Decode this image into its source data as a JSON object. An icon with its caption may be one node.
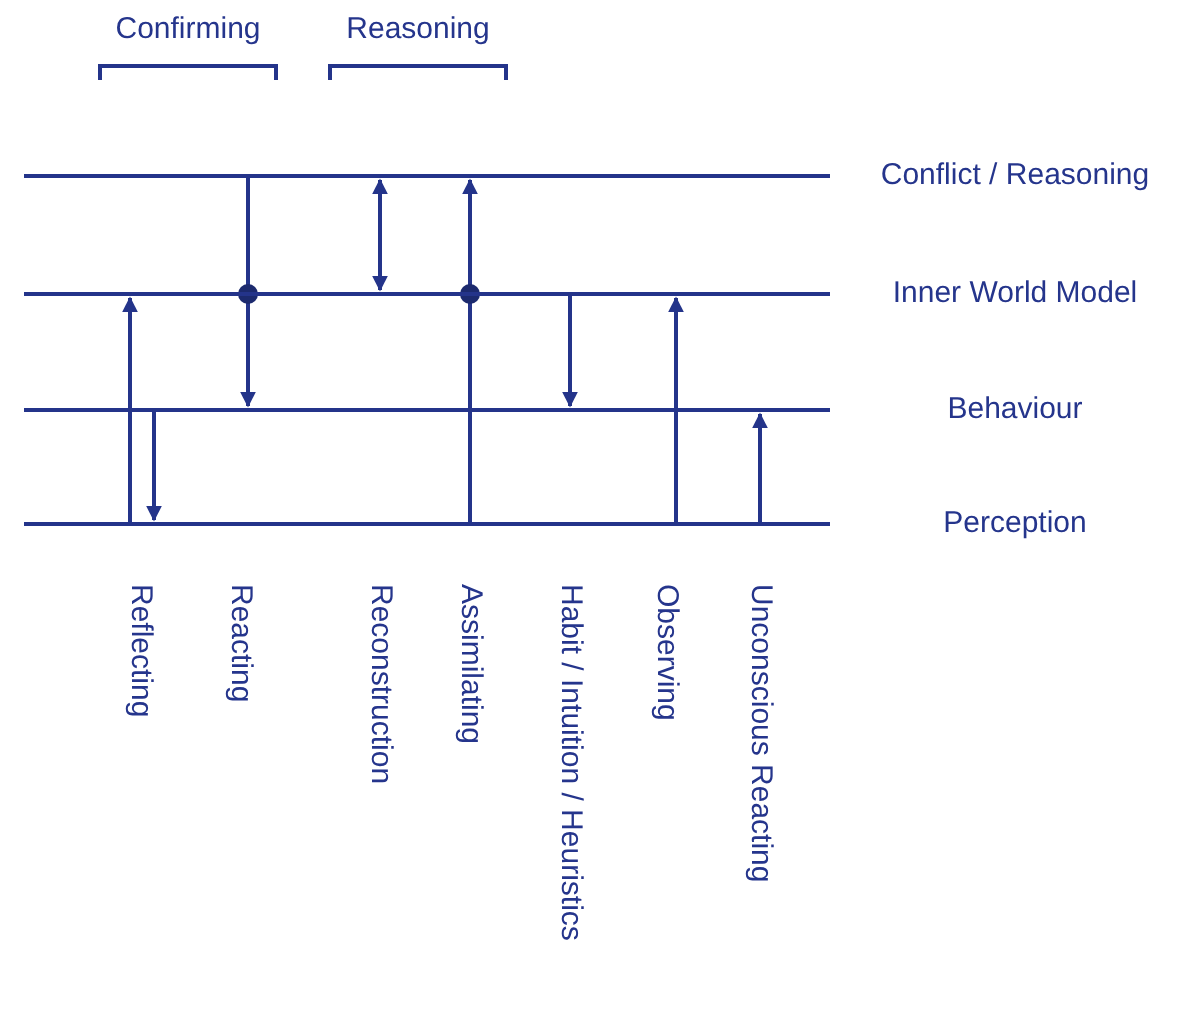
{
  "diagram": {
    "nodes": [
      {
        "text": [
          "Conflict / Reasoning"
        ]
      },
      {
        "text": [
          "Inner World Model"
        ]
      },
      {
        "text": [
          "Behaviour"
        ]
      },
      {
        "text": [
          "Perception"
        ]
      }
    ],
    "edges": [
      {
        "from": 3,
        "to": 1,
        "arrow": "to"
      },
      {
        "from": 2,
        "to": 3,
        "arrow": "to"
      },
      {
        "from": 0,
        "to": 2,
        "arrow": "to"
      },
      {
        "from": 0,
        "to": 1,
        "arrow": "both"
      },
      {
        "from": 3,
        "to": 0,
        "arrow": "to"
      },
      {
        "from": 1,
        "to": 2,
        "arrow": "to"
      },
      {
        "from": 3,
        "to": 1,
        "arrow": "to"
      },
      {
        "from": 3,
        "to": 2,
        "arrow": "to"
      }
    ],
    "labels": [
      "Confirming",
      "Reasoning",
      "Reflecting",
      "Reacting",
      "Reconstruction",
      "Assimilating",
      "Habit / Intuition / Heuristics",
      "Observing",
      "Unconscious Reacting"
    ]
  }
}
